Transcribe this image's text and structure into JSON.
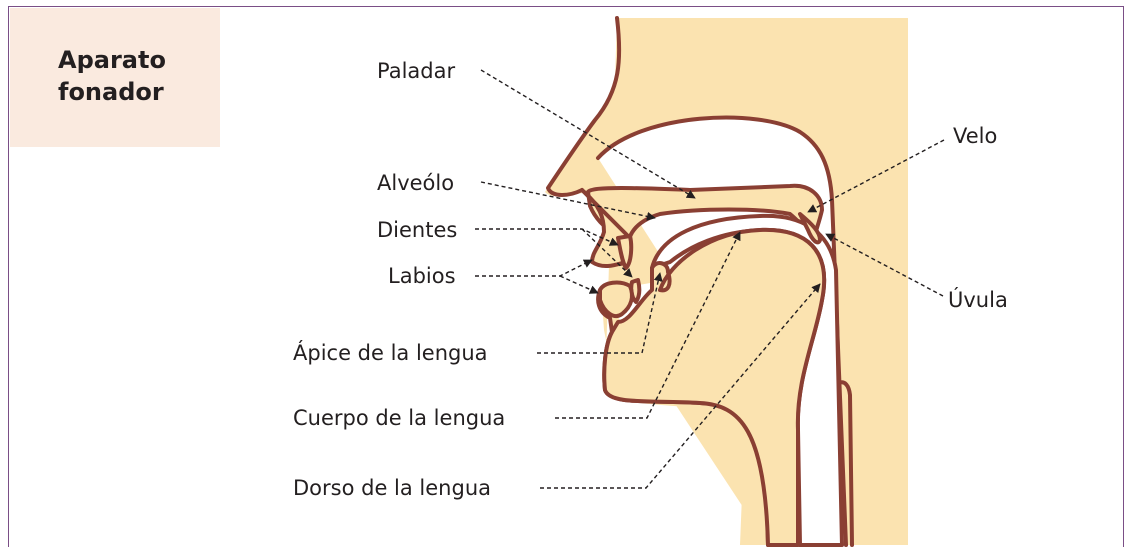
{
  "title": "Aparato\nfonador",
  "labels": {
    "paladar": "Paladar",
    "alveolo": "Alveólo",
    "dientes": "Dientes",
    "labios": "Labios",
    "apice": "Ápice de la lengua",
    "cuerpo": "Cuerpo de la lengua",
    "dorso": "Dorso de la lengua",
    "velo": "Velo",
    "uvula": "Úvula"
  },
  "colors": {
    "frame": "#7a4e86",
    "title_bg": "#faeadf",
    "tissue": "#fbe3b0",
    "outline": "#8a3f33",
    "text": "#231f20"
  }
}
